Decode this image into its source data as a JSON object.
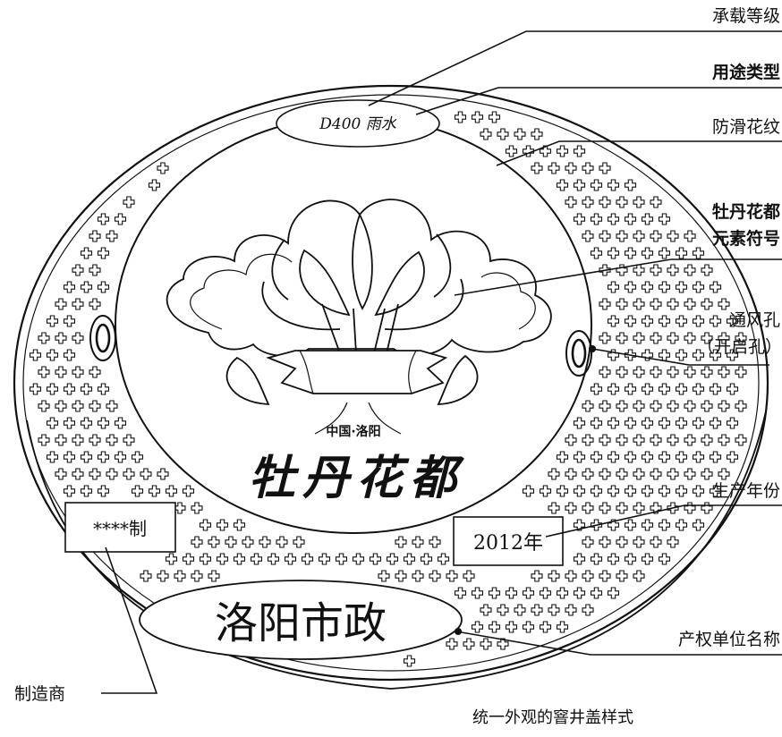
{
  "cover": {
    "load_class_text": "D400 雨水",
    "region_city_text": "中国·洛阳",
    "slogan_text": "牡丹花都",
    "maker_plate_text": "****制",
    "year_plate_text": "2012年",
    "owner_plate_text": "洛阳市政"
  },
  "callouts": {
    "load_class": "承载等级",
    "usage_type": "用途类型",
    "anti_slip_pattern": "防滑花纹",
    "peony_symbol_line1": "牡丹花都",
    "peony_symbol_line2": "元素符号",
    "vent_hole_line1": "通风孔",
    "vent_hole_line2": "（开启孔）",
    "production_year": "生产年份",
    "owner_name": "产权单位名称",
    "manufacturer": "制造商"
  },
  "caption": "统一外观的窨井盖样式",
  "icons": {
    "anti_slip_cross": "plus-cross-icon",
    "peony_emblem": "peony-flower-icon",
    "vent_hole": "vent-hole-icon"
  },
  "colors": {
    "ink": "#111111",
    "background": "#ffffff"
  }
}
